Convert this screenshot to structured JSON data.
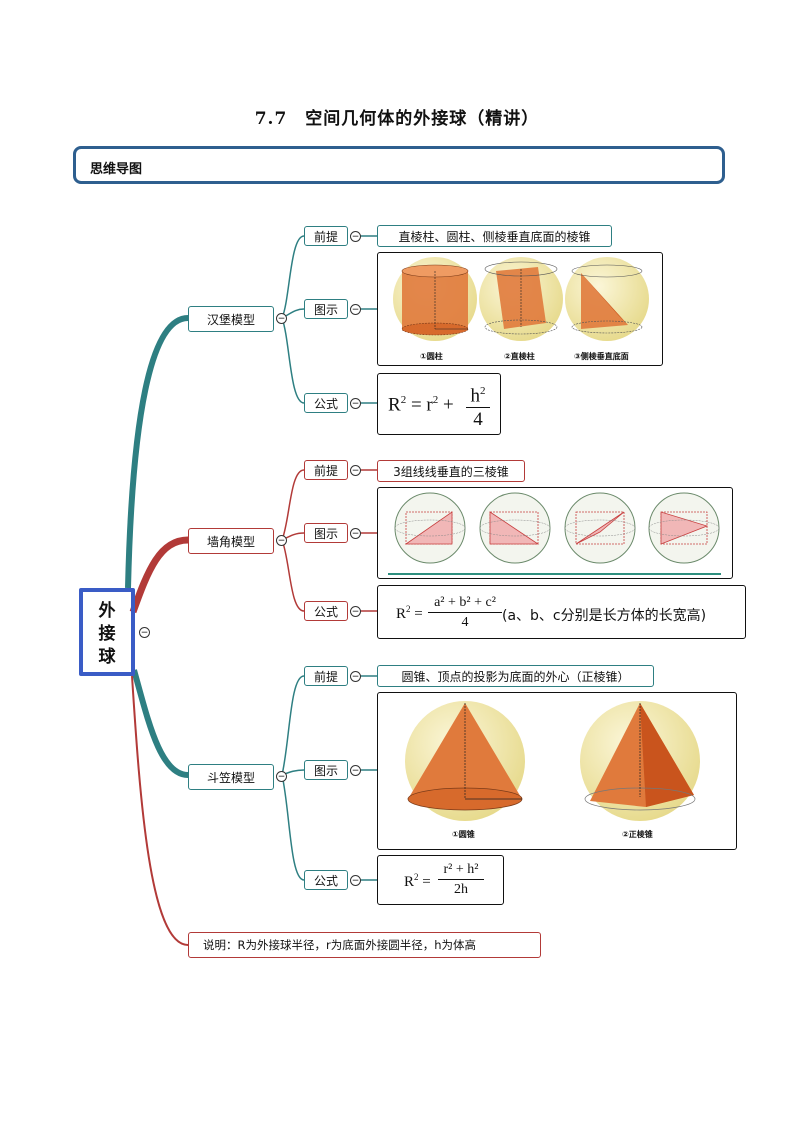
{
  "page_title": "7.7　空间几何体的外接球（精讲）",
  "section_header": "思维导图",
  "root": {
    "label_lines": [
      "外",
      "接",
      "球"
    ]
  },
  "branches": {
    "hamburger": {
      "label": "汉堡模型",
      "premise_label": "前提",
      "premise_text": "直棱柱、圆柱、侧棱垂直底面的棱锥",
      "figure_label": "图示",
      "figure_captions": [
        "①圆柱",
        "②直棱柱",
        "③侧棱垂直底面"
      ],
      "formula_label": "公式",
      "formula": {
        "lhs": "R",
        "rhs_a": "r",
        "num": "h",
        "den": "4"
      }
    },
    "corner": {
      "label": "墙角模型",
      "premise_label": "前提",
      "premise_text": "3组线线垂直的三棱锥",
      "figure_label": "图示",
      "formula_label": "公式",
      "formula": {
        "lhs": "R",
        "num": "a² + b² + c²",
        "den": "4",
        "note": "(a、b、c分别是长方体的长宽高)"
      }
    },
    "bamboo_hat": {
      "label": "斗笠模型",
      "premise_label": "前提",
      "premise_text": "圆锥、顶点的投影为底面的外心（正棱锥）",
      "figure_label": "图示",
      "figure_captions": [
        "①圆锥",
        "②正棱锥"
      ],
      "formula_label": "公式",
      "formula": {
        "lhs": "R",
        "num": "r² + h²",
        "den": "2h"
      }
    }
  },
  "note": "说明：R为外接球半径，r为底面外接圆半径，h为体高",
  "colors": {
    "teal": "#2e7f82",
    "red": "#b23a38",
    "blue": "#3f5fbf",
    "frame": "#2e5f8f"
  }
}
